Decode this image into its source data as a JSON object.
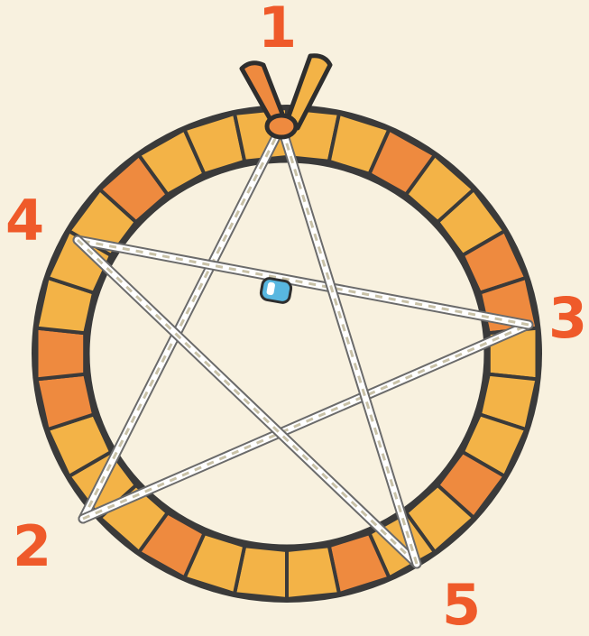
{
  "labels": {
    "step_1": "1",
    "step_2": "2",
    "step_3": "3",
    "step_4": "4",
    "step_5": "5"
  },
  "colors": {
    "background": "#f8f1df",
    "label": "#ef5a2a",
    "wrap_light": "#f3b347",
    "wrap_dark": "#ee8a3f",
    "wrap_outline": "#3a3a3a",
    "string": "#ffffff",
    "string_twist": "#c9c2a8",
    "bead": "#58b7e0"
  },
  "icons": {
    "ring": "wrapped-wreath-ring",
    "star": "string-pentagram",
    "bead": "blue-bead",
    "ribbon": "hanging-ribbon-loop"
  }
}
